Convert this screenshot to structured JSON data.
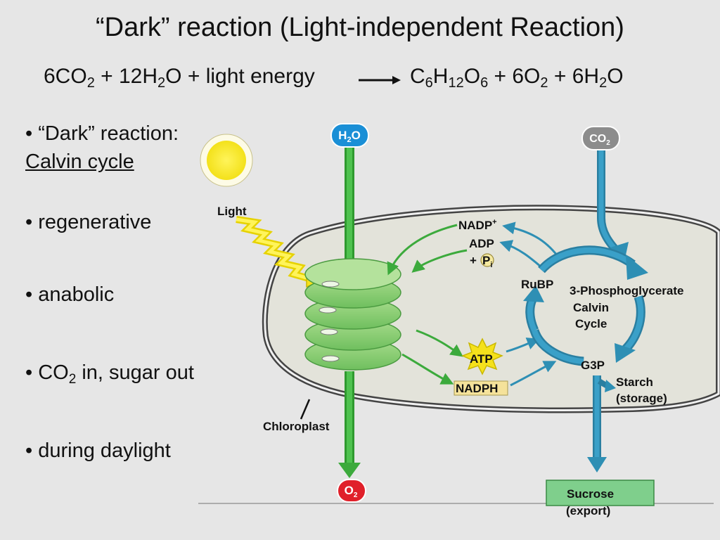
{
  "title": "“Dark” reaction (Light-independent Reaction)",
  "equation": {
    "lhs": {
      "co2_coef": "6CO",
      "co2_sub": "2",
      "plus1": " + 12H",
      "h2o_sub": "2",
      "o_and_light": "O + light energy"
    },
    "rhs": {
      "c": "C",
      "c_sub": "6",
      "h": "H",
      "h_sub": "12",
      "o": "O",
      "o_sub": "6",
      "plus_o2": " + 6O",
      "o2_sub": "2",
      "plus_h2o": " + 6H",
      "h2o_sub": "2",
      "end": "O"
    }
  },
  "bullets": {
    "dark_reaction": "• “Dark” reaction:",
    "calvin_cycle": "Calvin cycle",
    "regenerative": "• regenerative",
    "anabolic": "• anabolic",
    "co2_prefix": "• CO",
    "co2_sub": "2",
    "co2_suffix": " in, sugar out",
    "daylight": "• during daylight"
  },
  "diagram": {
    "h2o_badge": {
      "main": "H",
      "sub": "2",
      "end": "O"
    },
    "co2_badge": {
      "main": "CO",
      "sub": "2"
    },
    "o2_badge": {
      "main": "O",
      "sub": "2"
    },
    "light": "Light",
    "chloroplast": "Chloroplast",
    "nadp": "NADP",
    "nadp_sup": "+",
    "adp": "ADP",
    "plus": "+",
    "pi_main": "P",
    "pi_sub": "i",
    "rubp": "RuBP",
    "pga": "3-Phosphoglycerate",
    "calvin": "Calvin",
    "cycle": "Cycle",
    "atp": "ATP",
    "nadph": "NADPH",
    "g3p": "G3P",
    "starch": "Starch",
    "storage": "(storage)",
    "sucrose": "Sucrose",
    "export": "(export)"
  },
  "colors": {
    "background": "#e6e6e6",
    "chloroplast_fill": "#e3e3da",
    "green_arrow": "#3caa3c",
    "blue_arrow": "#2e8fb4",
    "h2o_badge": "#1a8fd6",
    "co2_badge": "#8c8c8c",
    "o2_badge": "#e0202a",
    "sucrose_box": "#7fcf8c",
    "nadph_box": "#f5e29a",
    "atp_star": "#f5e11c",
    "sun": "#f6e61a"
  }
}
